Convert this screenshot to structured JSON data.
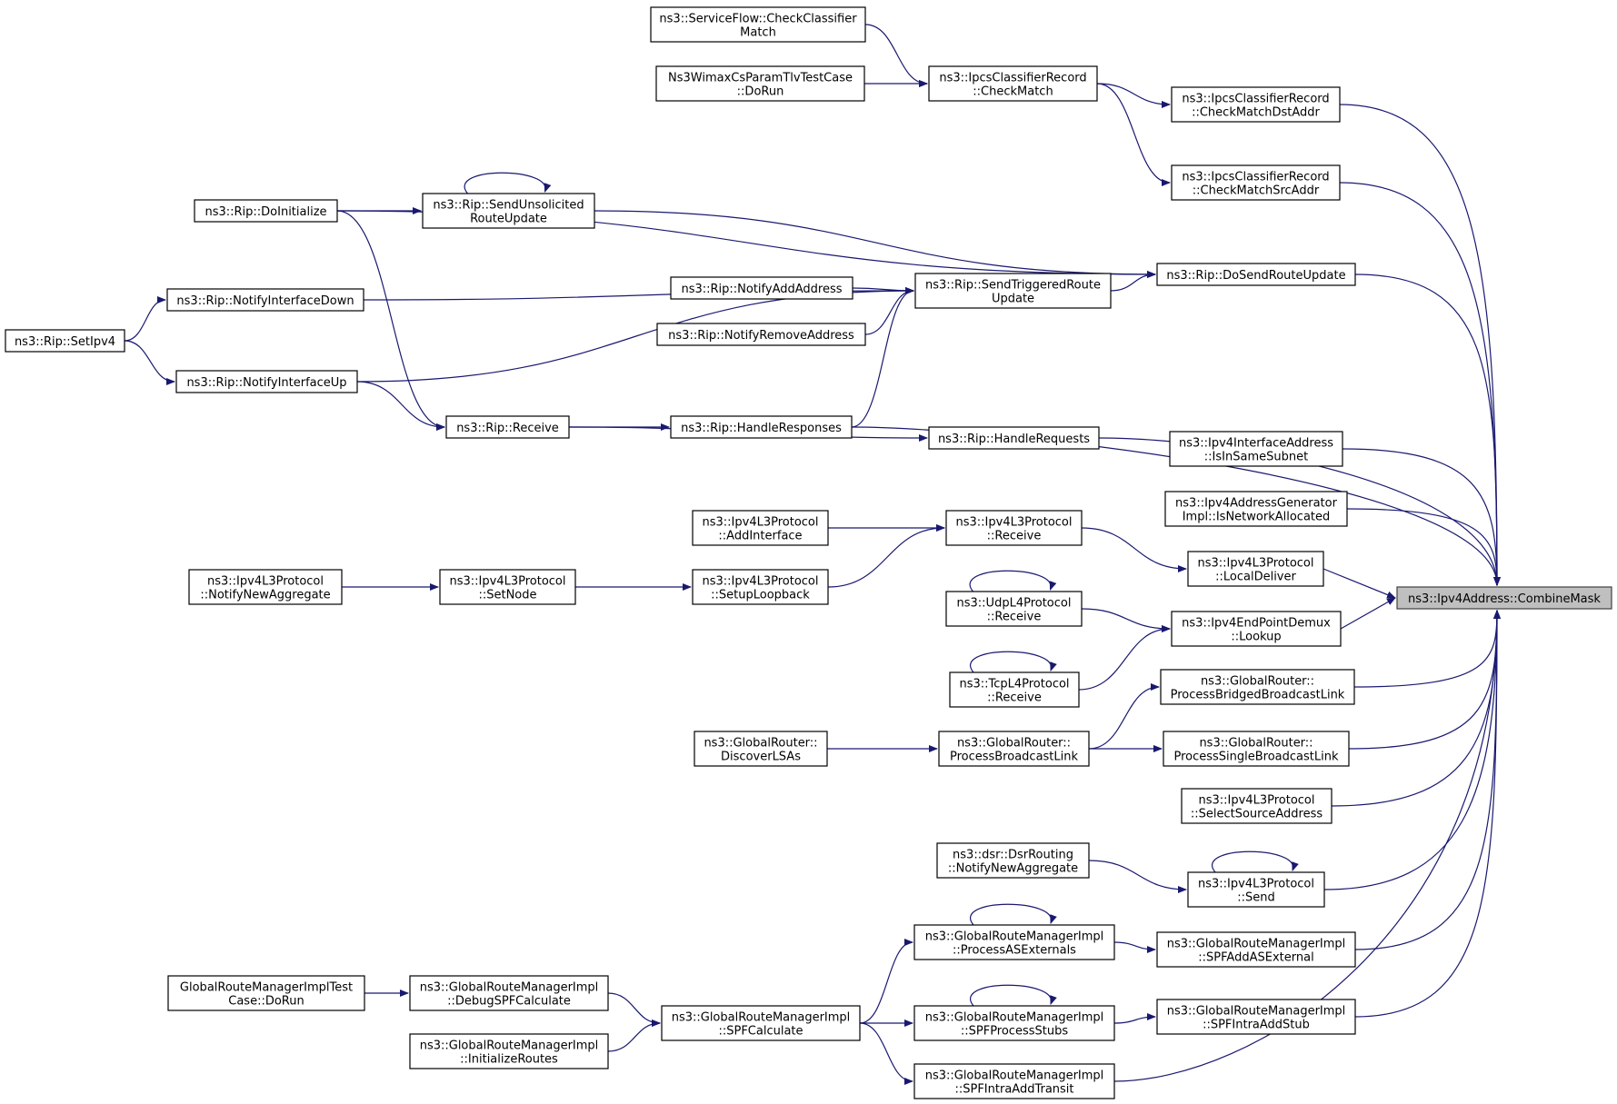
{
  "colors": {
    "edge": "#191970",
    "node_border": "#000000",
    "root_fill": "#bfbfbf",
    "background": "#ffffff"
  },
  "nodes": [
    {
      "id": "root",
      "lines": [
        "ns3::Ipv4Address::CombineMask"
      ],
      "root": true
    },
    {
      "id": "CheckClassifierMatch",
      "lines": [
        "ns3::ServiceFlow::CheckClassifier",
        "Match"
      ]
    },
    {
      "id": "WimaxDoRun",
      "lines": [
        "Ns3WimaxCsParamTlvTestCase",
        "::DoRun"
      ]
    },
    {
      "id": "CheckMatch",
      "lines": [
        "ns3::IpcsClassifierRecord",
        "::CheckMatch"
      ]
    },
    {
      "id": "CheckMatchDst",
      "lines": [
        "ns3::IpcsClassifierRecord",
        "::CheckMatchDstAddr"
      ]
    },
    {
      "id": "CheckMatchSrc",
      "lines": [
        "ns3::IpcsClassifierRecord",
        "::CheckMatchSrcAddr"
      ]
    },
    {
      "id": "DoInitialize",
      "lines": [
        "ns3::Rip::DoInitialize"
      ]
    },
    {
      "id": "SendUnsolicited",
      "lines": [
        "ns3::Rip::SendUnsolicited",
        "RouteUpdate"
      ]
    },
    {
      "id": "NotifyIfDown",
      "lines": [
        "ns3::Rip::NotifyInterfaceDown"
      ]
    },
    {
      "id": "SetIpv4",
      "lines": [
        "ns3::Rip::SetIpv4"
      ]
    },
    {
      "id": "NotifyIfUp",
      "lines": [
        "ns3::Rip::NotifyInterfaceUp"
      ]
    },
    {
      "id": "NotifyAddAddr",
      "lines": [
        "ns3::Rip::NotifyAddAddress"
      ]
    },
    {
      "id": "NotifyRemoveAddr",
      "lines": [
        "ns3::Rip::NotifyRemoveAddress"
      ]
    },
    {
      "id": "SendTriggered",
      "lines": [
        "ns3::Rip::SendTriggeredRoute",
        "Update"
      ]
    },
    {
      "id": "DoSendRoute",
      "lines": [
        "ns3::Rip::DoSendRouteUpdate"
      ]
    },
    {
      "id": "RipReceive",
      "lines": [
        "ns3::Rip::Receive"
      ]
    },
    {
      "id": "HandleResponses",
      "lines": [
        "ns3::Rip::HandleResponses"
      ]
    },
    {
      "id": "HandleRequests",
      "lines": [
        "ns3::Rip::HandleRequests"
      ]
    },
    {
      "id": "IsInSameSubnet",
      "lines": [
        "ns3::Ipv4InterfaceAddress",
        "::IsInSameSubnet"
      ]
    },
    {
      "id": "IsNetworkAllocated",
      "lines": [
        "ns3::Ipv4AddressGenerator",
        "Impl::IsNetworkAllocated"
      ]
    },
    {
      "id": "AddInterface",
      "lines": [
        "ns3::Ipv4L3Protocol",
        "::AddInterface"
      ]
    },
    {
      "id": "L3Receive",
      "lines": [
        "ns3::Ipv4L3Protocol",
        "::Receive"
      ]
    },
    {
      "id": "LocalDeliver",
      "lines": [
        "ns3::Ipv4L3Protocol",
        "::LocalDeliver"
      ]
    },
    {
      "id": "NotifyNewAgg",
      "lines": [
        "ns3::Ipv4L3Protocol",
        "::NotifyNewAggregate"
      ]
    },
    {
      "id": "SetNode",
      "lines": [
        "ns3::Ipv4L3Protocol",
        "::SetNode"
      ]
    },
    {
      "id": "SetupLoopback",
      "lines": [
        "ns3::Ipv4L3Protocol",
        "::SetupLoopback"
      ]
    },
    {
      "id": "UdpReceive",
      "lines": [
        "ns3::UdpL4Protocol",
        "::Receive"
      ]
    },
    {
      "id": "Lookup",
      "lines": [
        "ns3::Ipv4EndPointDemux",
        "::Lookup"
      ]
    },
    {
      "id": "TcpReceive",
      "lines": [
        "ns3::TcpL4Protocol",
        "::Receive"
      ]
    },
    {
      "id": "ProcBridged",
      "lines": [
        "ns3::GlobalRouter::",
        "ProcessBridgedBroadcastLink"
      ]
    },
    {
      "id": "DiscoverLSAs",
      "lines": [
        "ns3::GlobalRouter::",
        "DiscoverLSAs"
      ]
    },
    {
      "id": "ProcBroadcast",
      "lines": [
        "ns3::GlobalRouter::",
        "ProcessBroadcastLink"
      ]
    },
    {
      "id": "ProcSingle",
      "lines": [
        "ns3::GlobalRouter::",
        "ProcessSingleBroadcastLink"
      ]
    },
    {
      "id": "SelectSrc",
      "lines": [
        "ns3::Ipv4L3Protocol",
        "::SelectSourceAddress"
      ]
    },
    {
      "id": "DsrNotify",
      "lines": [
        "ns3::dsr::DsrRouting",
        "::NotifyNewAggregate"
      ]
    },
    {
      "id": "L3Send",
      "lines": [
        "ns3::Ipv4L3Protocol",
        "::Send"
      ]
    },
    {
      "id": "ProcASExt",
      "lines": [
        "ns3::GlobalRouteManagerImpl",
        "::ProcessASExternals"
      ]
    },
    {
      "id": "SPFAddASExt",
      "lines": [
        "ns3::GlobalRouteManagerImpl",
        "::SPFAddASExternal"
      ]
    },
    {
      "id": "GRMTestDoRun",
      "lines": [
        "GlobalRouteManagerImplTest",
        "Case::DoRun"
      ]
    },
    {
      "id": "DebugSPF",
      "lines": [
        "ns3::GlobalRouteManagerImpl",
        "::DebugSPFCalculate"
      ]
    },
    {
      "id": "SPFCalc",
      "lines": [
        "ns3::GlobalRouteManagerImpl",
        "::SPFCalculate"
      ]
    },
    {
      "id": "SPFStubs",
      "lines": [
        "ns3::GlobalRouteManagerImpl",
        "::SPFProcessStubs"
      ]
    },
    {
      "id": "SPFIntraStub",
      "lines": [
        "ns3::GlobalRouteManagerImpl",
        "::SPFIntraAddStub"
      ]
    },
    {
      "id": "InitRoutes",
      "lines": [
        "ns3::GlobalRouteManagerImpl",
        "::InitializeRoutes"
      ]
    },
    {
      "id": "SPFIntraTransit",
      "lines": [
        "ns3::GlobalRouteManagerImpl",
        "::SPFIntraAddTransit"
      ]
    }
  ],
  "edges": [
    [
      "CheckClassifierMatch",
      "CheckMatch"
    ],
    [
      "WimaxDoRun",
      "CheckMatch"
    ],
    [
      "CheckMatch",
      "CheckMatchDst"
    ],
    [
      "CheckMatch",
      "CheckMatchSrc"
    ],
    [
      "CheckMatchDst",
      "root"
    ],
    [
      "CheckMatchSrc",
      "root"
    ],
    [
      "DoInitialize",
      "SendUnsolicited"
    ],
    [
      "SendUnsolicited",
      "SendUnsolicited"
    ],
    [
      "DoInitialize",
      "DoSendRoute"
    ],
    [
      "SendUnsolicited",
      "DoSendRoute"
    ],
    [
      "DoInitialize",
      "RipReceive"
    ],
    [
      "SetIpv4",
      "NotifyIfDown"
    ],
    [
      "SetIpv4",
      "NotifyIfUp"
    ],
    [
      "NotifyIfDown",
      "SendTriggered"
    ],
    [
      "NotifyIfUp",
      "SendTriggered"
    ],
    [
      "NotifyIfUp",
      "RipReceive"
    ],
    [
      "NotifyAddAddr",
      "SendTriggered"
    ],
    [
      "NotifyRemoveAddr",
      "SendTriggered"
    ],
    [
      "HandleResponses",
      "SendTriggered"
    ],
    [
      "SendTriggered",
      "DoSendRoute"
    ],
    [
      "DoSendRoute",
      "root"
    ],
    [
      "RipReceive",
      "HandleResponses"
    ],
    [
      "RipReceive",
      "HandleRequests"
    ],
    [
      "HandleResponses",
      "root"
    ],
    [
      "HandleRequests",
      "root"
    ],
    [
      "IsInSameSubnet",
      "root"
    ],
    [
      "IsNetworkAllocated",
      "root"
    ],
    [
      "AddInterface",
      "L3Receive"
    ],
    [
      "SetupLoopback",
      "L3Receive"
    ],
    [
      "NotifyNewAgg",
      "SetNode"
    ],
    [
      "SetNode",
      "SetupLoopback"
    ],
    [
      "L3Receive",
      "LocalDeliver"
    ],
    [
      "LocalDeliver",
      "root"
    ],
    [
      "UdpReceive",
      "UdpReceive"
    ],
    [
      "UdpReceive",
      "Lookup"
    ],
    [
      "TcpReceive",
      "TcpReceive"
    ],
    [
      "TcpReceive",
      "Lookup"
    ],
    [
      "Lookup",
      "root"
    ],
    [
      "ProcBridged",
      "root"
    ],
    [
      "DiscoverLSAs",
      "ProcBroadcast"
    ],
    [
      "ProcBroadcast",
      "ProcBridged"
    ],
    [
      "ProcBroadcast",
      "ProcSingle"
    ],
    [
      "ProcSingle",
      "root"
    ],
    [
      "SelectSrc",
      "root"
    ],
    [
      "DsrNotify",
      "L3Send"
    ],
    [
      "L3Send",
      "L3Send"
    ],
    [
      "L3Send",
      "root"
    ],
    [
      "ProcASExt",
      "ProcASExt"
    ],
    [
      "ProcASExt",
      "SPFAddASExt"
    ],
    [
      "SPFAddASExt",
      "root"
    ],
    [
      "GRMTestDoRun",
      "DebugSPF"
    ],
    [
      "DebugSPF",
      "SPFCalc"
    ],
    [
      "InitRoutes",
      "SPFCalc"
    ],
    [
      "SPFCalc",
      "ProcASExt"
    ],
    [
      "SPFCalc",
      "SPFStubs"
    ],
    [
      "SPFCalc",
      "SPFIntraTransit"
    ],
    [
      "SPFStubs",
      "SPFStubs"
    ],
    [
      "SPFStubs",
      "SPFIntraStub"
    ],
    [
      "SPFIntraStub",
      "root"
    ],
    [
      "SPFIntraTransit",
      "root"
    ]
  ]
}
